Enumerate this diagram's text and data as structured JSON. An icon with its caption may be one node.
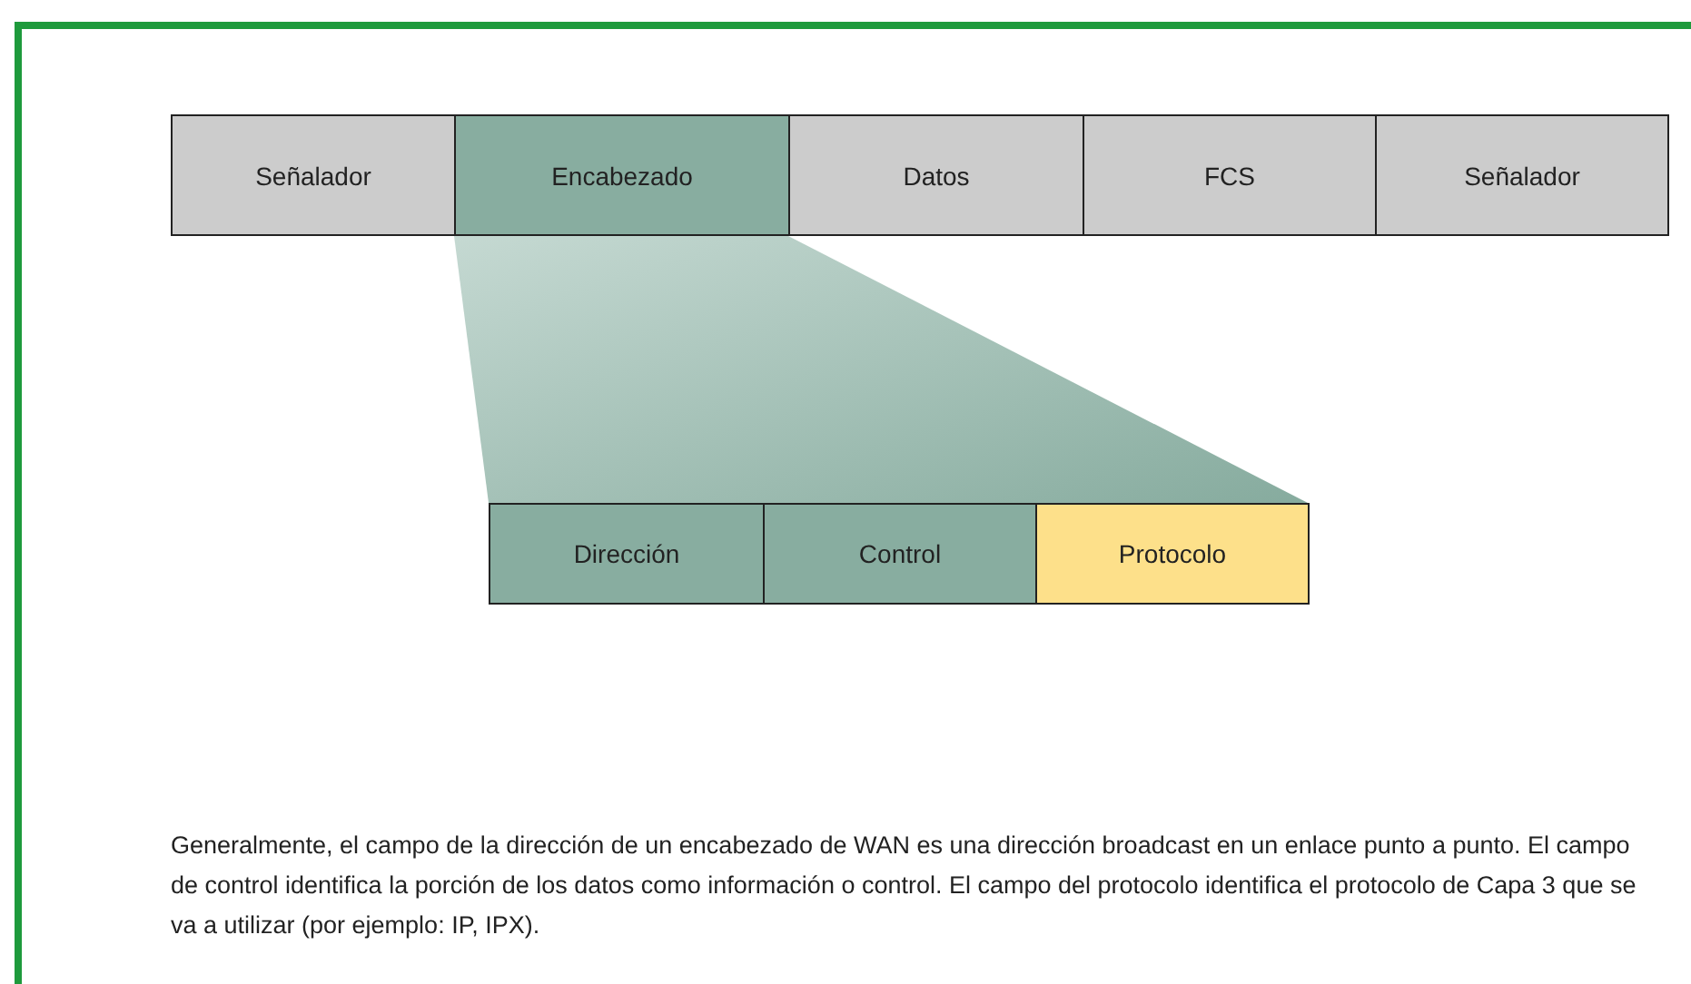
{
  "diagram": {
    "caption": "Generalmente, el campo de la dirección de un encabezado de WAN es una dirección broadcast en un enlace punto a punto. El campo de control identifica la porción de los datos como información o control. El campo del protocolo identifica el protocolo de Capa 3 que se va a utilizar (por ejemplo: IP, IPX).",
    "nodes": [
      {
        "text": [
          "Señalador"
        ]
      },
      {
        "text": [
          "Encabezado"
        ]
      },
      {
        "text": [
          "Datos"
        ]
      },
      {
        "text": [
          "FCS"
        ]
      },
      {
        "text": [
          "Señalador"
        ]
      },
      {
        "text": [
          "Dirección"
        ]
      },
      {
        "text": [
          "Control"
        ]
      },
      {
        "text": [
          "Protocolo"
        ]
      },
      {
        "text": [],
        "shape": "trapezoid"
      }
    ]
  }
}
